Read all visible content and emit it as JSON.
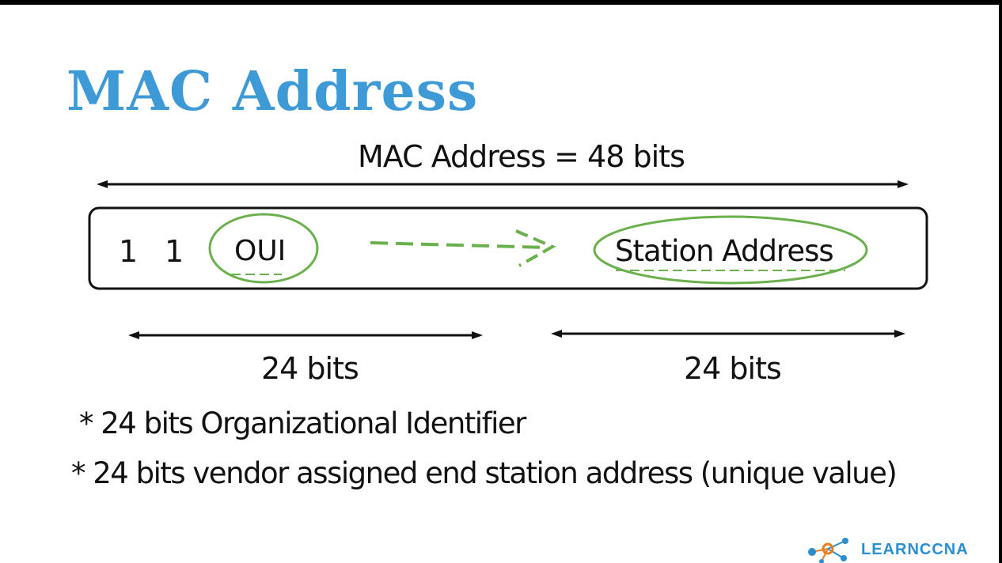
{
  "slide": {
    "title": "MAC Address",
    "total_label": "MAC Address = 48 bits",
    "box": {
      "digit_1": "1",
      "digit_2": "1",
      "oui_label": "OUI",
      "station_label": "Station Address"
    },
    "left_bits_label": "24 bits",
    "right_bits_label": "24 bits",
    "notes": [
      "* 24 bits Organizational Identifier",
      "* 24 bits vendor assigned end station address (unique value)"
    ],
    "logo_text": "LEARNCCNA",
    "colors": {
      "title": "#3d9ad6",
      "accent_green": "#6ab04c",
      "ink": "#111111",
      "logo": "#2a8fd0"
    }
  }
}
